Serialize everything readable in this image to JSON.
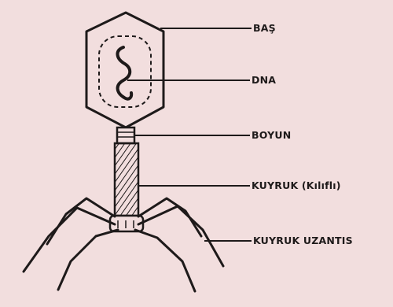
{
  "labels": {
    "head": "BAŞ",
    "dna": "DNA",
    "neck": "BOYUN",
    "tail": "KUYRUK (Kılıflı)",
    "tail_fibers": "KUYRUK UZANTIS"
  },
  "colors": {
    "background": "#f2dede",
    "ink": "#1e1a1a"
  }
}
